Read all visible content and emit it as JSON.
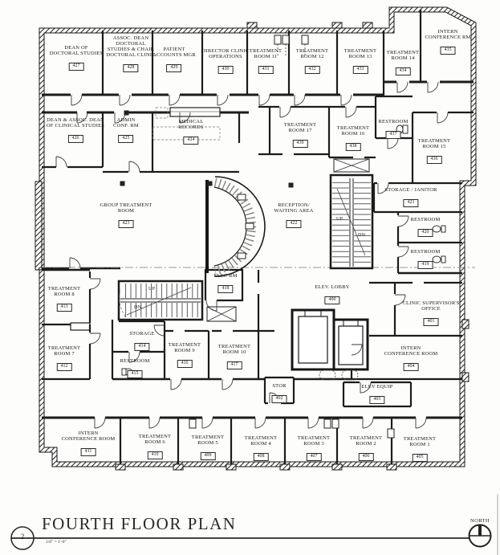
{
  "titleblock": {
    "detail_number": "2",
    "title": "FOURTH FLOOR PLAN",
    "scale": "1/8\" = 1'-0\"",
    "north_label": "NORTH"
  },
  "stairs": {
    "right_up": "UP",
    "right_dn": "DN",
    "center_up": "UP",
    "center_dn": "DN"
  },
  "rooms": [
    {
      "name": "DEAN OF\nDOCTORAL STUDIES",
      "number": "427"
    },
    {
      "name": "ASSOC. DEAN\nDOCTORAL\nSTUDIES & CHAIR\nDOCTORAL CLINIC",
      "number": "428"
    },
    {
      "name": "PATIENT\nACCOUNTS MGR",
      "number": "429"
    },
    {
      "name": "DIRECTOR CLINIC\nOPERATIONS",
      "number": "430"
    },
    {
      "name": "TREATMENT\nROOM 11",
      "number": "431"
    },
    {
      "name": "TREATMENT\nROOM 12",
      "number": "432"
    },
    {
      "name": "TREATMENT\nROOM 13",
      "number": "433"
    },
    {
      "name": "TREATMENT\nROOM 14",
      "number": "434"
    },
    {
      "name": "INTERN\nCONFERENCE RM",
      "number": "435"
    },
    {
      "name": "DEAN & ASSOC. DEAN\nOF CLINICAL STUDIES",
      "number": "426"
    },
    {
      "name": "ADMIN\nCONF. RM",
      "number": "425"
    },
    {
      "name": "MEDICAL\nRECORDS",
      "number": "424"
    },
    {
      "name": "TREATMENT\nROOM 17",
      "number": "439"
    },
    {
      "name": "TREATMENT\nROOM 16",
      "number": "438"
    },
    {
      "name": "RESTROOM",
      "number": "437"
    },
    {
      "name": "TREATMENT\nROOM 15",
      "number": "436"
    },
    {
      "name": "GROUP TREATMENT\nROOM",
      "number": "423"
    },
    {
      "name": "RECEPTION/\nWAITING AREA",
      "number": "422"
    },
    {
      "name": "STORAGE / JANITOR",
      "number": "421"
    },
    {
      "name": "RESTROOM",
      "number": "420"
    },
    {
      "name": "RESTROOM",
      "number": "419"
    },
    {
      "name": "ELEC RM",
      "number": "418"
    },
    {
      "name": "ELEV. LOBBY",
      "number": "400"
    },
    {
      "name": "CLINIC SUPERVISOR'S\nOFFICE",
      "number": "401"
    },
    {
      "name": "INTERN\nCONFERENCE ROOM",
      "number": "404"
    },
    {
      "name": "STOR",
      "number": "402"
    },
    {
      "name": "ELEV EQUIP",
      "number": "403"
    },
    {
      "name": "TREATMENT\nROOM 8",
      "number": "413"
    },
    {
      "name": "TREATMENT\nROOM 7",
      "number": "412"
    },
    {
      "name": "STORAGE",
      "number": "414"
    },
    {
      "name": "RESTROOM",
      "number": "415"
    },
    {
      "name": "TREATMENT\nROOM 9",
      "number": "416"
    },
    {
      "name": "TREATMENT\nROOM 10",
      "number": "417"
    },
    {
      "name": "INTERN\nCONFERENCE ROOM",
      "number": "411"
    },
    {
      "name": "TREATMENT\nROOM 6",
      "number": "410"
    },
    {
      "name": "TREATMENT\nROOM 5",
      "number": "409"
    },
    {
      "name": "TREATMENT\nROOM 4",
      "number": "408"
    },
    {
      "name": "TREATMENT\nROOM 3",
      "number": "407"
    },
    {
      "name": "TREATMENT\nROOM 2",
      "number": "406"
    },
    {
      "name": "TREATMENT\nROOM 1",
      "number": "405"
    }
  ]
}
